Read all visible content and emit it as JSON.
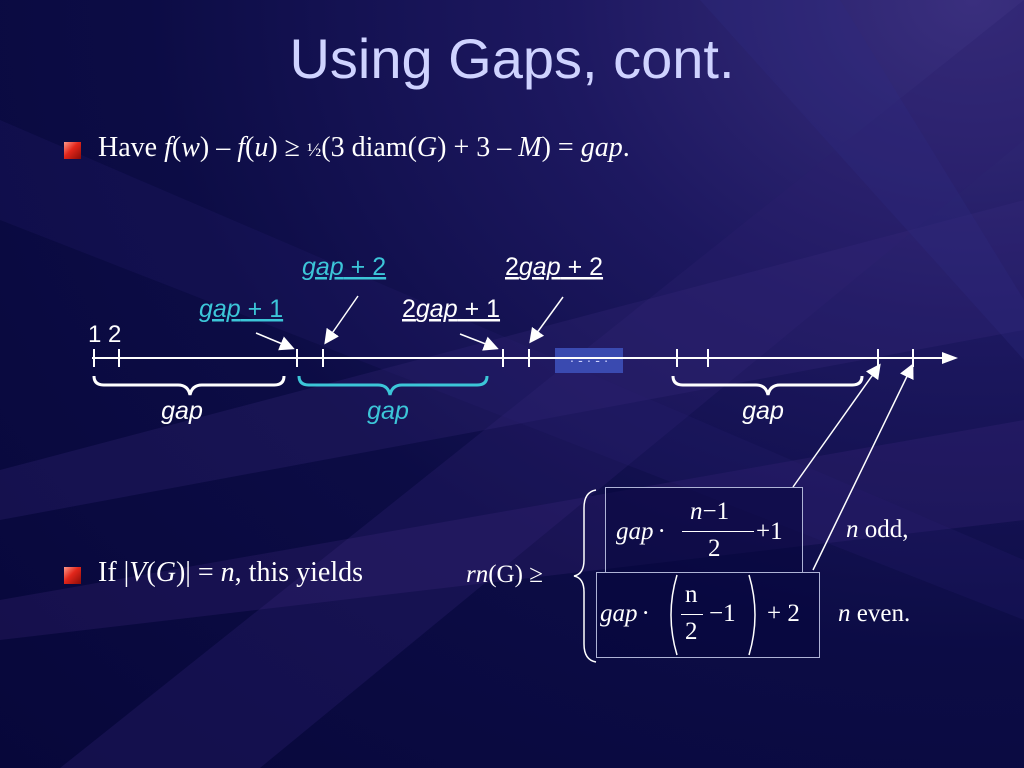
{
  "title": "Using Gaps, cont.",
  "bullet1": {
    "have": "Have ",
    "f": "f",
    "w": "w",
    "u": "u",
    "op1": ") – ",
    "op2": ") ≥ ",
    "half": "½",
    "mid": "(3 diam(",
    "G": "G",
    "mid2": ") + 3 – ",
    "M": "M",
    "eq": ") = ",
    "gap": "gap",
    "dot": "."
  },
  "bullet2": {
    "text_if": "If |",
    "V": "V",
    "G": "G",
    "mid": ")| = ",
    "n": "n",
    "tail": ", this yields"
  },
  "diagram": {
    "start_labels": "1 2",
    "gap_plus_2": "gap + 2",
    "two_gap_plus_2": "2gap + 2",
    "gap_plus_1": "gap + 1",
    "two_gap_plus_1": "2gap + 1",
    "gap_word": "gap",
    "plus2": " + 2",
    "plus1": " + 1",
    "two": "2",
    "ellipsis": "· - · - ·",
    "colors": {
      "highlight": "#3cc6d8",
      "axis": "#ffffff",
      "text": "#ffffff",
      "ellipsis_box": "#3a4ab0"
    }
  },
  "formula": {
    "lhs_rn": "rn",
    "lhs_G": "(G) ≥",
    "gap": "gap",
    "dot": "·",
    "n": "n",
    "minus1": "−1",
    "two": "2",
    "plus1": "+1",
    "minus1b": "−1",
    "plus2": "+ 2",
    "case_odd_n": "n",
    "case_odd": " odd,",
    "case_even_n": "n",
    "case_even": " even."
  }
}
